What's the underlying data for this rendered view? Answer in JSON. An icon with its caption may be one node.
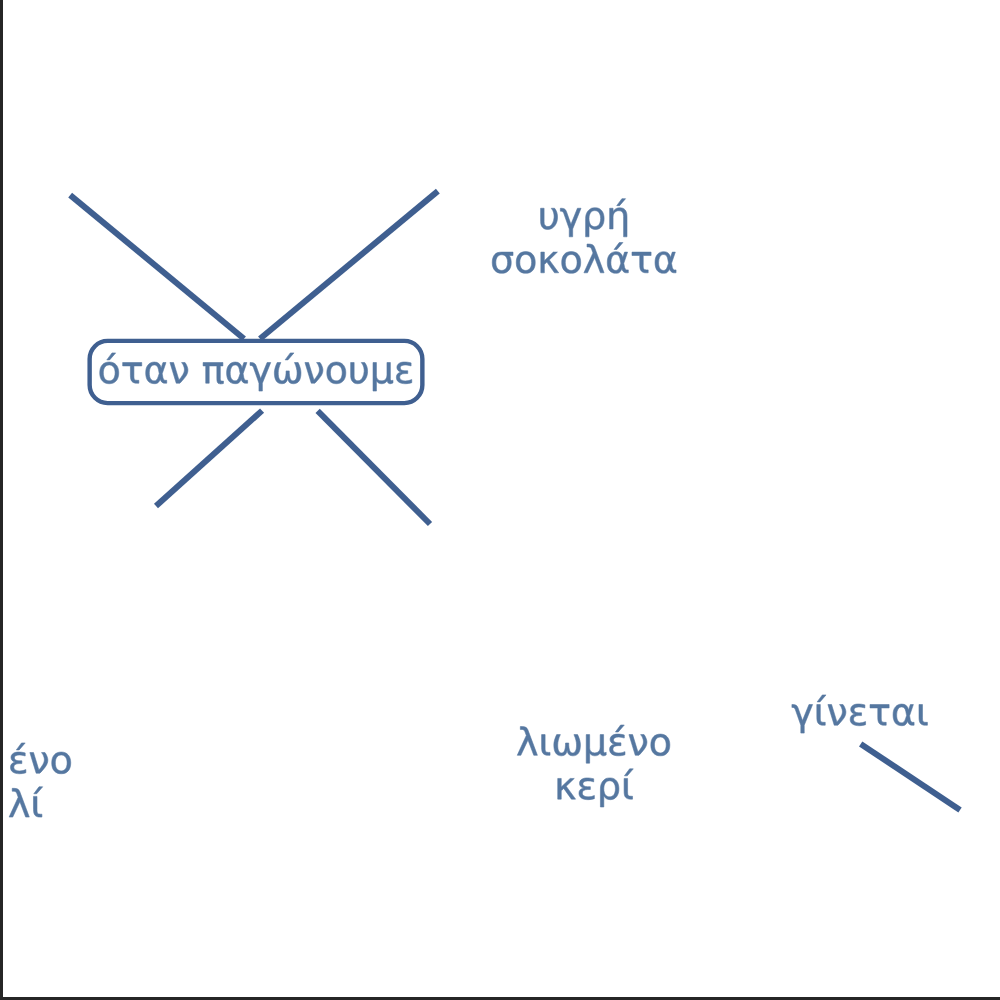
{
  "diagram": {
    "nodes": [
      {
        "text": [
          "όταν παγώνουμε"
        ]
      },
      {
        "text": [
          "υγρή σοκολάτα"
        ]
      },
      {
        "text": [
          "ένο λί"
        ]
      },
      {
        "text": [
          "λιωμένο κερί"
        ]
      },
      {
        "text": [
          "γίνεται"
        ]
      }
    ],
    "edges": [
      {
        "from": null,
        "to": 0,
        "arrow": "none"
      },
      {
        "from": null,
        "to": 0,
        "arrow": "none"
      },
      {
        "from": 0,
        "to": null,
        "arrow": "none"
      },
      {
        "from": 0,
        "to": null,
        "arrow": "none"
      },
      {
        "from": 4,
        "to": null,
        "arrow": "none"
      }
    ]
  }
}
